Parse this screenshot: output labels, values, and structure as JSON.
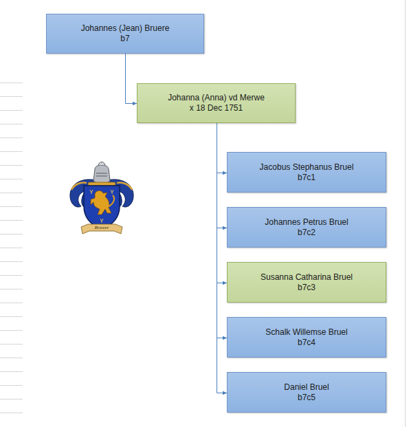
{
  "diagram": {
    "nodes": [
      {
        "text": [
          "Johannes (Jean) Bruere",
          "b7"
        ]
      },
      {
        "text": [
          "Johanna (Anna) vd Merwe",
          "x 18 Dec 1751"
        ]
      },
      {
        "text": [
          "Jacobus Stephanus Bruel",
          "b7c1"
        ]
      },
      {
        "text": [
          "Johannes Petrus Bruel",
          "b7c2"
        ]
      },
      {
        "text": [
          "Susanna Catharina Bruel",
          "b7c3"
        ]
      },
      {
        "text": [
          "Schalk Willemse Bruel",
          "b7c4"
        ]
      },
      {
        "text": [
          "Daniel Bruel",
          "b7c5"
        ]
      }
    ],
    "edges": [
      {
        "from": 0,
        "to": 1,
        "arrow": "to"
      },
      {
        "from": 1,
        "to": 2,
        "arrow": "to"
      },
      {
        "from": 1,
        "to": 3,
        "arrow": "to"
      },
      {
        "from": 1,
        "to": 4,
        "arrow": "to"
      },
      {
        "from": 1,
        "to": 5,
        "arrow": "to"
      },
      {
        "from": 1,
        "to": 6,
        "arrow": "to"
      }
    ],
    "labels": [
      "Bruwer"
    ]
  }
}
